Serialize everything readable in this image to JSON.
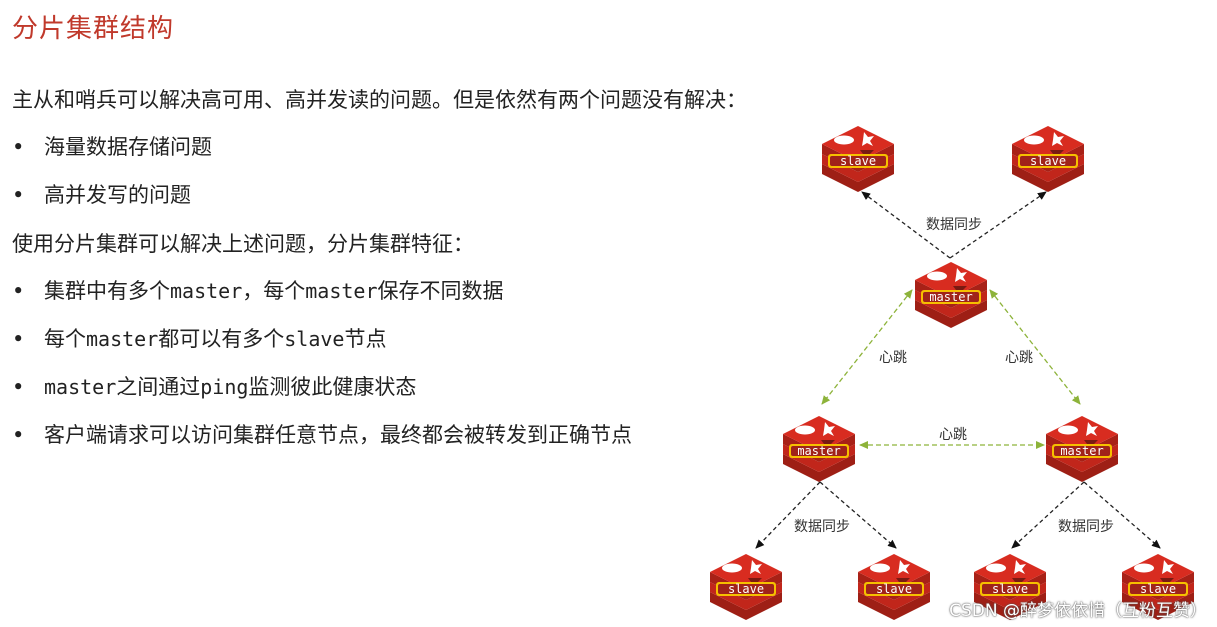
{
  "heading": "分片集群结构",
  "intro": "主从和哨兵可以解决高可用、高并发读的问题。但是依然有两个问题没有解决：",
  "problems": [
    "海量数据存储问题",
    "高并发写的问题"
  ],
  "solution_intro": "使用分片集群可以解决上述问题，分片集群特征：",
  "features": [
    {
      "a": "集群中有多个",
      "m1": "master",
      "b": "，每个",
      "m2": "master",
      "c": "保存不同数据"
    },
    {
      "a": "每个",
      "m1": "master",
      "b": "都可以有多个",
      "m2": "slave",
      "c": "节点"
    },
    {
      "a": "",
      "m1": "master",
      "b": "之间通过",
      "m2": "ping",
      "c": "监测彼此健康状态"
    },
    {
      "a": "客户端请求可以访问集群任意节点，最终都会被转发到正确节点",
      "m1": "",
      "b": "",
      "m2": "",
      "c": ""
    }
  ],
  "bullet_char": "•",
  "diagram": {
    "master_label": "master",
    "slave_label": "slave",
    "sync_label": "数据同步",
    "heartbeat_label": "心跳"
  },
  "watermark": "CSDN @醉梦依依惜（互粉互赞）",
  "colors": {
    "heading": "#c0392b",
    "redis_red": "#d82c20",
    "heartbeat_line": "#8db33a"
  }
}
